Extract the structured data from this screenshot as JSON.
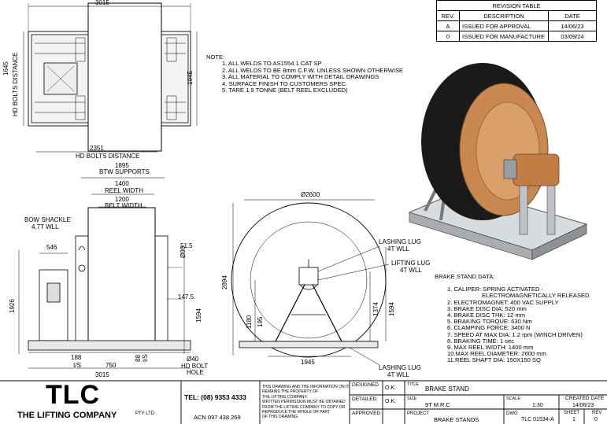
{
  "revision_table": {
    "title": "REVISION TABLE",
    "headers": [
      "REV.",
      "DESCRIPTION",
      "DATE"
    ],
    "rows": [
      {
        "rev": "A",
        "description": "ISSUED FOR APPROVAL",
        "date": "14/06/23"
      },
      {
        "rev": "0",
        "description": "ISSUED FOR MANUFACTURE",
        "date": "03/09/24"
      }
    ]
  },
  "notes": {
    "heading": "NOTE:",
    "items": [
      "1. ALL WELDS TO AS1554.1 CAT SP",
      "2. ALL WELDS TO BE 8mm C.F.W. UNLESS SHOWN OTHERWISE",
      "3. ALL MATERIAL TO COMPLY WITH DETAIL DRAWINGS",
      "4. SURFACE FINISH TO CUSTOMERS SPEC.",
      "5. TARE 1.9 TONNE (BELT REEL EXCLUDED)"
    ]
  },
  "brake_stand_data": {
    "heading": "BRAKE STAND DATA:",
    "items": [
      "1. CALIPER: SPRING ACTIVATED -",
      "ELECTROMAGNETICALLY RELEASED",
      "2. ELECTROMAGNET: 400 VAC SUPPLY",
      "3. BRAKE DISC DIA: 520 mm",
      "4. BRAKE DISC THK: 12 mm",
      "5. BRAKING TORQUE: 630 Nm",
      "6. CLAMPING FORCE: 3400 N",
      "7. SPEED AT MAX DIA: 1.2 rpm (WINCH DRIVEN)",
      "8. BRAKING TIME: 1 sec",
      "9. MAX REEL WIDTH: 1400 mm",
      "10.MAX REEL DIAMETER: 2600 mm",
      "11.REEL SHAFT DIA: 150X150 SQ"
    ]
  },
  "top_view": {
    "dim_overall": "3015",
    "dim_hd_bolts_left": "1645",
    "dim_hd_bolts_left_label": "HD BOLTS DISTANCE",
    "dim_right": "1945",
    "dim_bottom": "2351",
    "dim_bottom_label": "HD BOLTS DISTANCE"
  },
  "front_view": {
    "dim_btw_supports": "1895",
    "label_btw_supports": "BTW SUPPORTS",
    "dim_reel_width": "1400",
    "label_reel_width": "REEL WIDTH",
    "dim_belt_width": "1200",
    "label_belt_width": "BELT WIDTH",
    "bow_shackle": "BOW SHACKLE",
    "bow_shackle_wll": "4.7T WLL",
    "dim_546": "546",
    "dim_51_5": "51.5",
    "dim_phi90": "Ø90",
    "dim_147_5": "147.5",
    "dim_1926": "1926",
    "dim_1594": "1594",
    "dim_188": "188",
    "dim_is1": "I/S",
    "dim_750": "750",
    "dim_88": "88",
    "dim_is2": "I/S",
    "dim_phi40": "Ø40",
    "hd_bolt_hole": "HD BOLT",
    "hd_bolt_hole2": "HOLE",
    "dim_3015": "3015"
  },
  "side_view": {
    "dim_phi2600": "Ø2600",
    "lashing_lug_top": "LASHING LUG",
    "lashing_lug_top_wll": "4T WLL",
    "lifting_lug": "LIFTING LUG",
    "lifting_lug_wll": "4T WLL",
    "dim_2894": "2894",
    "dim_1180": "1180",
    "dim_195": "195",
    "dim_1374": "1374",
    "dim_1594": "1594",
    "dim_1945": "1945",
    "lashing_lug_bottom": "LASHING LUG",
    "lashing_lug_bottom_wll": "4T WLL"
  },
  "title_block": {
    "logo": "TLC",
    "company": "THE LIFTING COMPANY",
    "pty": "PTY LTD",
    "tel": "TEL: (08) 9353 4333",
    "acn": "ACN 097 438 269",
    "disclaimer": [
      "THIS DRAWING AND THE INFORMATION ON IT",
      "REMAINS THE PROPERTY OF",
      "THE LIFTING COMPANY.",
      "WRITTEN PERMISSION MUST BE OBTAINED",
      "FROM THE LIFTING COMPANY TO COPY OR",
      "REPRODUCE THE WHOLE OR PART",
      "OF THIS DRAWING."
    ],
    "designed_label": "DESIGNED",
    "designed_val": "O.K.",
    "detailed_label": "DETAILED",
    "detailed_val": "O.K.",
    "approved_label": "APPROVED",
    "title_label": "TITLE",
    "title_val": "BRAKE STAND",
    "size_label": "SIZE",
    "size_val": "9T M.R.C",
    "scale_label": "SCALE",
    "scale_val": "1:30",
    "created_label": "CREATED DATE",
    "created_val": "14/06/23",
    "project_label": "PROJECT",
    "project_val": "BRAKE STANDS",
    "dwg_label": "DWG",
    "dwg_val": "TLC 01534-A",
    "sheet_label": "SHEET",
    "sheet_val": "1",
    "rev_label": "REV",
    "rev_val": "0"
  },
  "colors": {
    "reel_black": "#1a1a1a",
    "copper": "#c8884f",
    "frame_grey": "#bfc3c8",
    "line": "#000000"
  }
}
